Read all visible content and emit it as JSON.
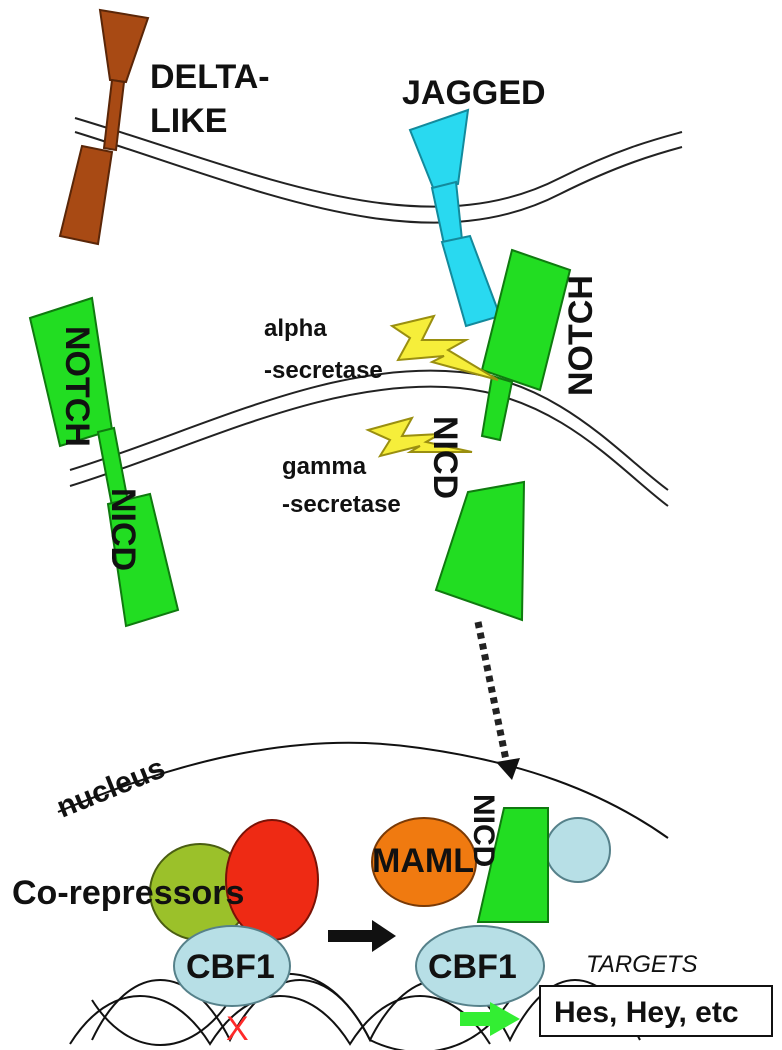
{
  "labels": {
    "delta_like": [
      "DELTA-",
      "LIKE"
    ],
    "jagged": "JAGGED",
    "notch_left": "NOTCH",
    "nicd_left": "NICD",
    "notch_right": "NOTCH",
    "nicd_right": "NICD",
    "nicd_nucleus": "NICD",
    "alpha_secretase": [
      "alpha",
      "-secretase"
    ],
    "gamma_secretase": [
      "gamma",
      "-secretase"
    ],
    "nucleus": "nucleus",
    "co_repressors": "Co-repressors",
    "maml": "MAML",
    "cbf1_left": "CBF1",
    "cbf1_right": "CBF1",
    "targets": "TARGETS",
    "target_genes": "Hes, Hey, etc",
    "repression_mark": "X"
  },
  "colors": {
    "delta_like": "#a84a14",
    "jagged": "#29d9f0",
    "notch": "#22dd22",
    "secretase_bolt": "#f6ee3a",
    "cbf1": "#b7dfe6",
    "co_repressor_green": "#9bc12a",
    "co_repressor_red": "#ee2a14",
    "maml": "#f07a10",
    "coactivator": "#b7dfe6",
    "repression_mark": "#ff2a2a",
    "activation_arrow": "#33ee33"
  }
}
